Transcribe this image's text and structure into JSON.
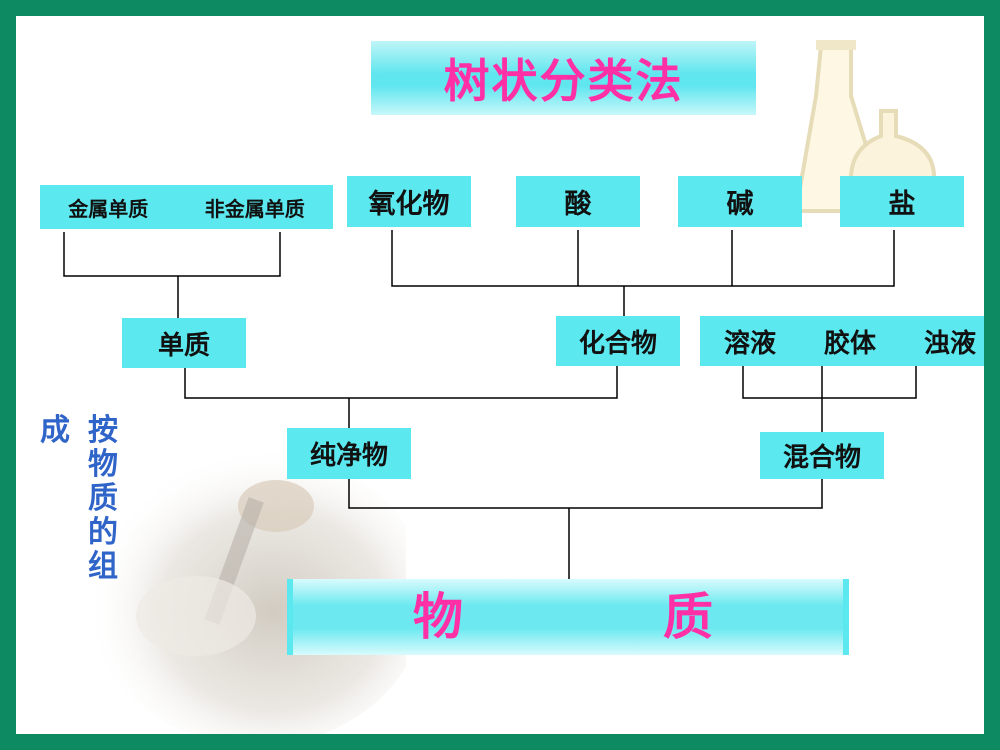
{
  "title": "树状分类法",
  "nodes": {
    "metal_elements": "金属单质",
    "nonmetal_elements": "非金属单质",
    "oxide": "氧化物",
    "acid": "酸",
    "base": "碱",
    "salt": "盐",
    "element_substance": "单质",
    "compound": "化合物",
    "solution": "溶液",
    "colloid": "胶体",
    "suspension": "浊液",
    "pure_substance": "纯净物",
    "mixture": "混合物",
    "root_char_1": "物",
    "root_char_2": "质"
  },
  "side_label": {
    "left": "成",
    "chars": [
      "按",
      "物",
      "质",
      "的",
      "组"
    ]
  },
  "colors": {
    "frame": "#0e8a63",
    "box": "#5ce8ef",
    "title_text": "#ff2fa6",
    "side_text": "#2f64c8"
  }
}
